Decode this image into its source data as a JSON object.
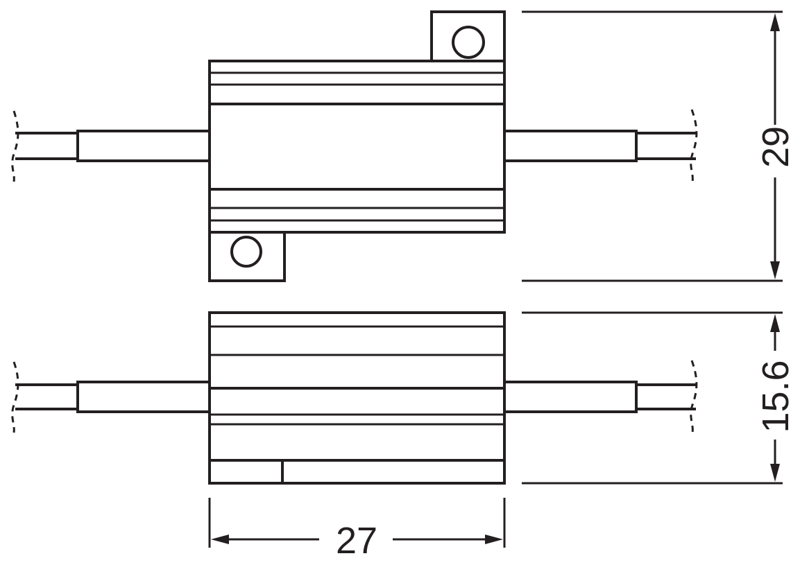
{
  "dimensions": {
    "height_top": "29",
    "height_bottom": "15.6",
    "width": "27"
  },
  "colors": {
    "line": "#231f20",
    "background": "#ffffff"
  }
}
